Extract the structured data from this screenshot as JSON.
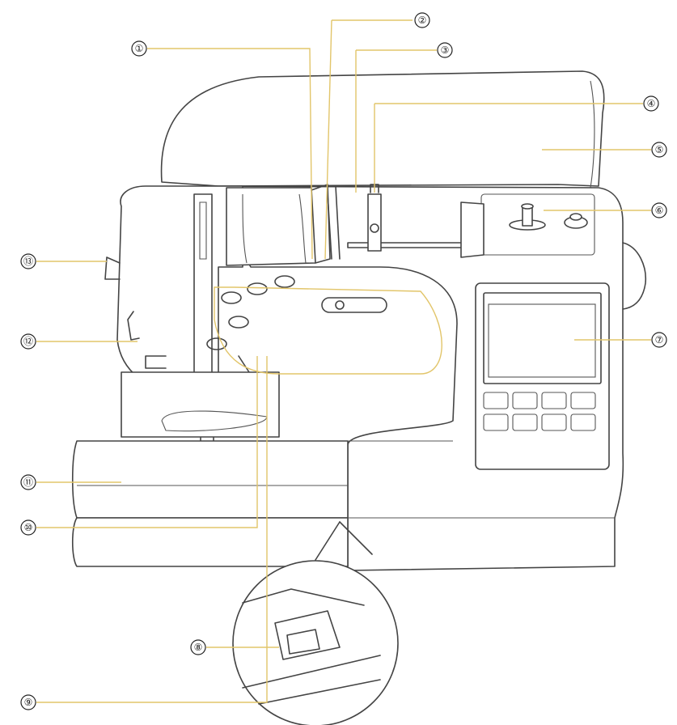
{
  "callouts": [
    {
      "id": 1,
      "label": "①"
    },
    {
      "id": 2,
      "label": "②"
    },
    {
      "id": 3,
      "label": "③"
    },
    {
      "id": 4,
      "label": "④"
    },
    {
      "id": 5,
      "label": "⑤"
    },
    {
      "id": 6,
      "label": "⑥"
    },
    {
      "id": 7,
      "label": "⑦"
    },
    {
      "id": 8,
      "label": "⑧"
    },
    {
      "id": 9,
      "label": "⑨"
    },
    {
      "id": 10,
      "label": "⑩"
    },
    {
      "id": 11,
      "label": "⑪"
    },
    {
      "id": 12,
      "label": "⑫"
    },
    {
      "id": 13,
      "label": "⑬"
    }
  ],
  "colors": {
    "leader_line": "#e2c56a",
    "outline": "#444444"
  }
}
